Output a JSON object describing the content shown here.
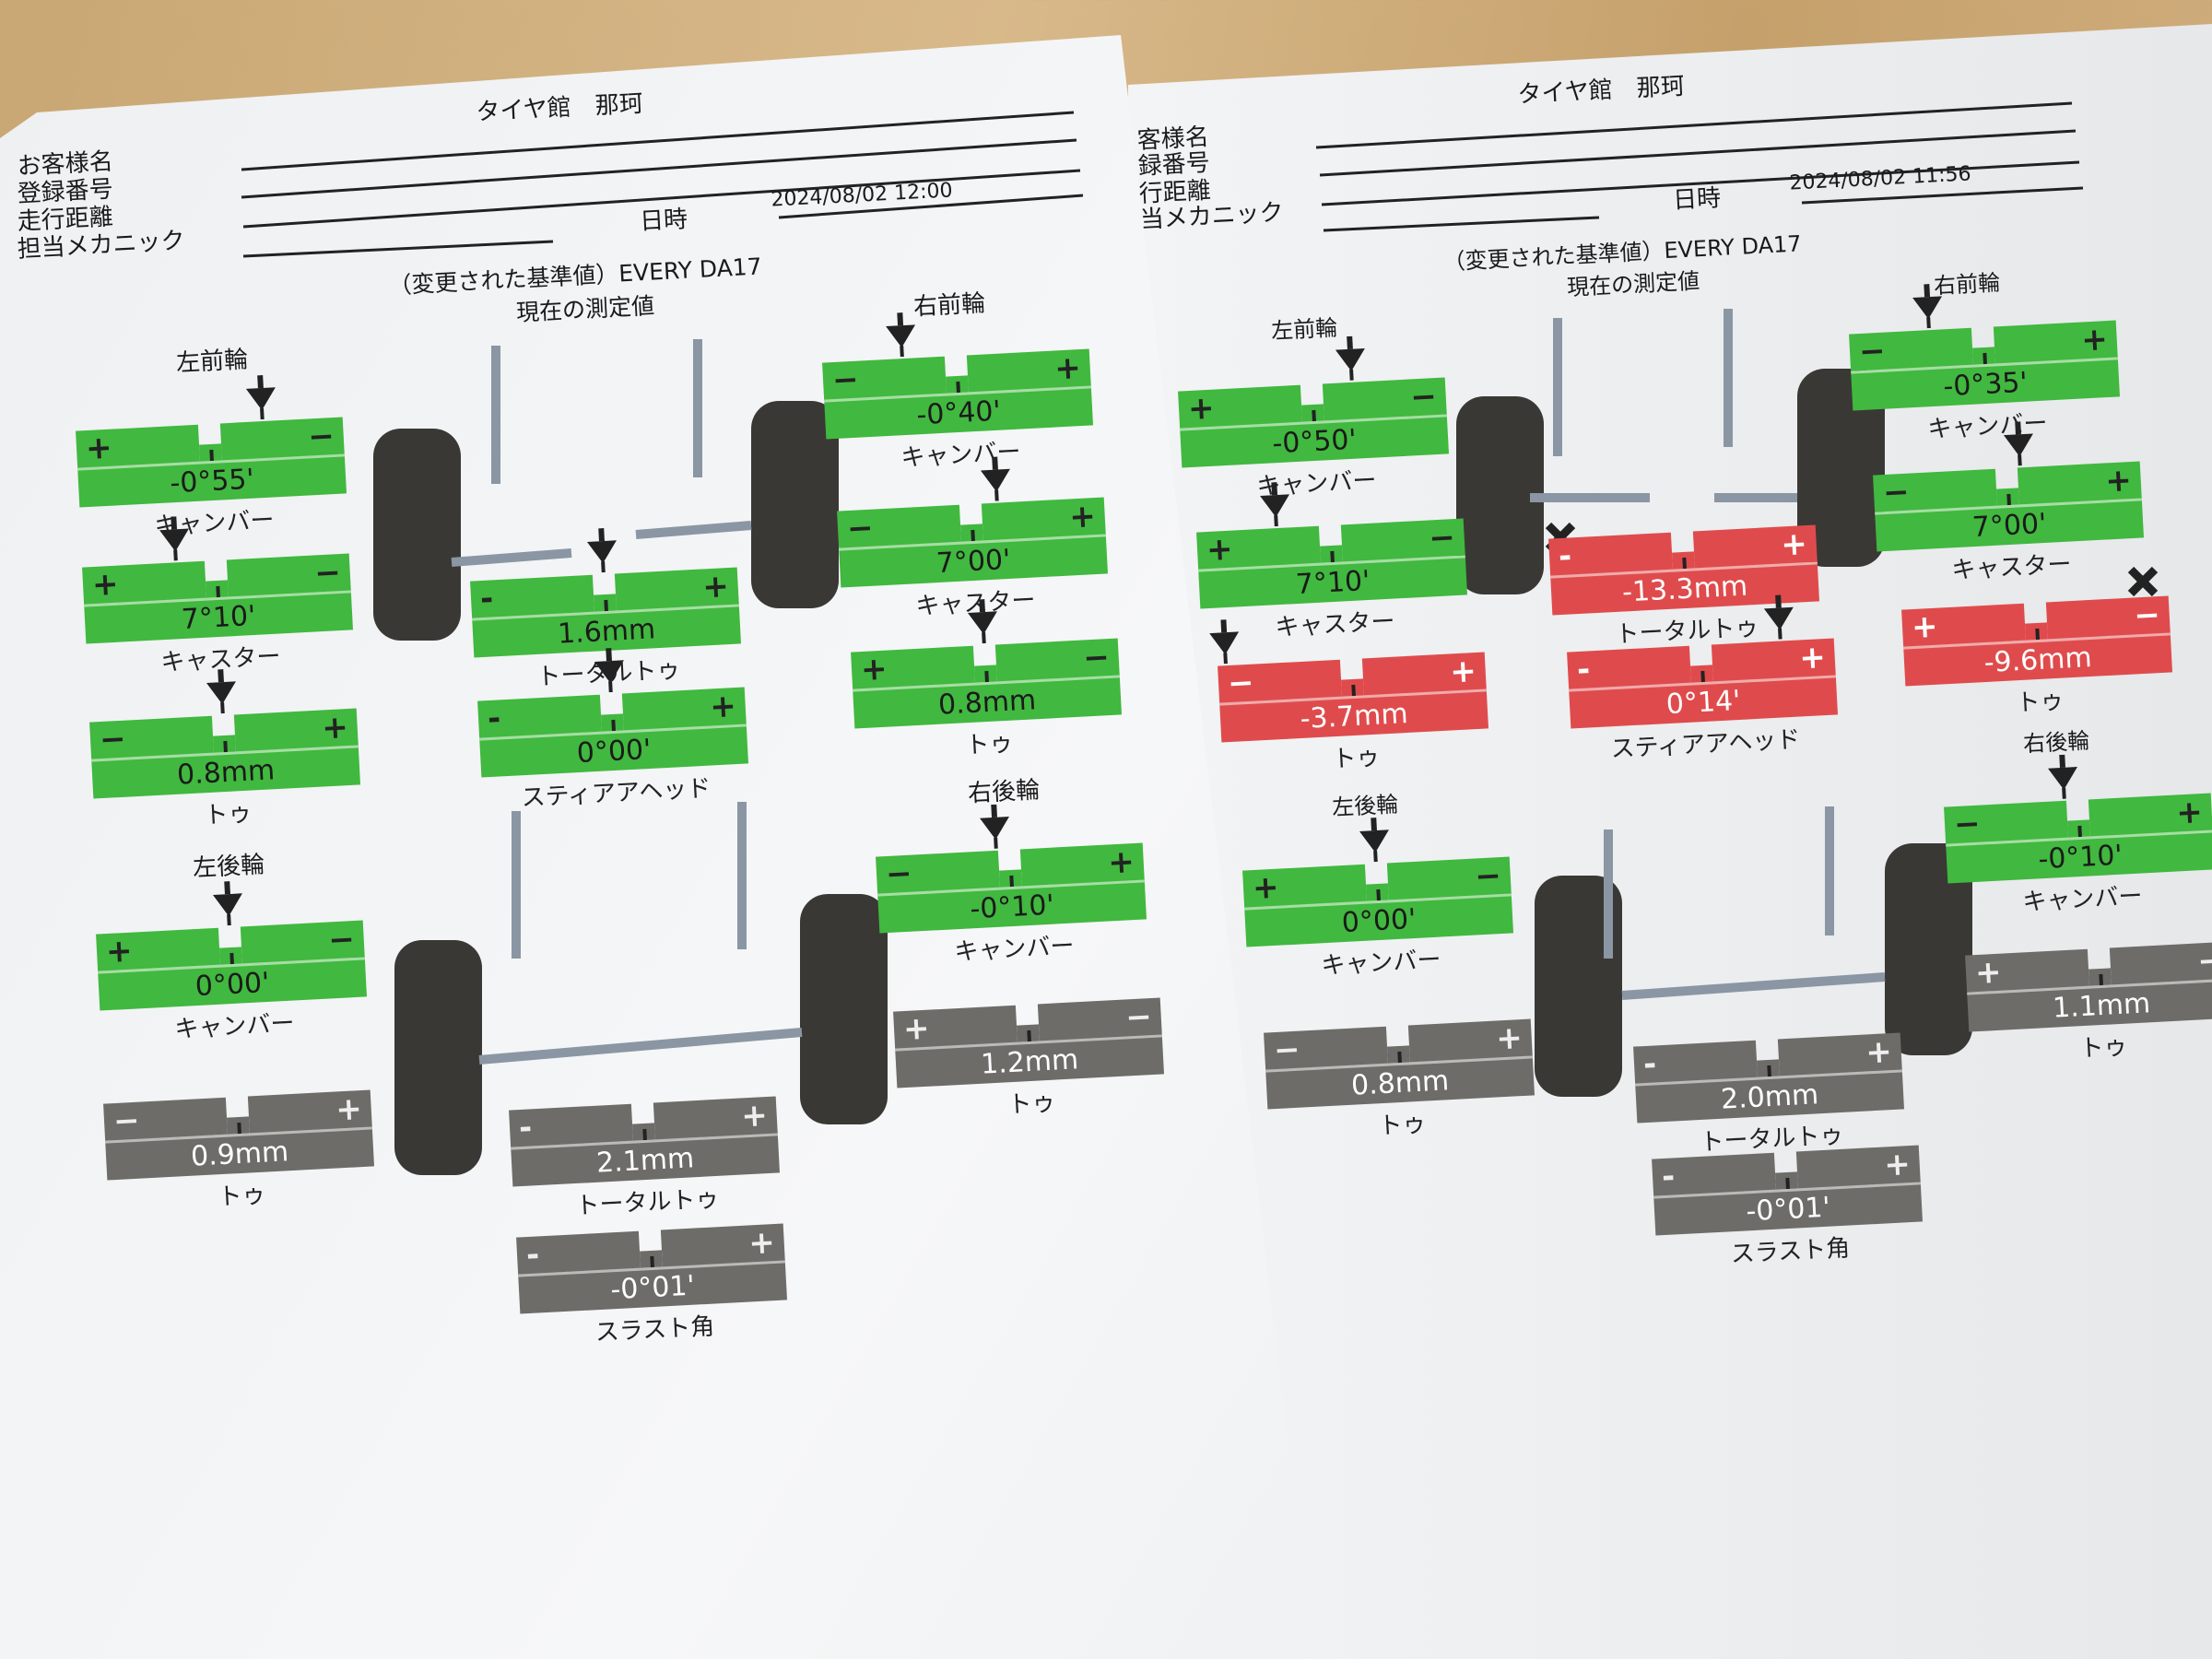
{
  "sheets": [
    {
      "header": {
        "shop": "タイヤ館　那珂",
        "fields": [
          "お客様名",
          "登録番号",
          "走行距離",
          "担当メカニック"
        ],
        "date_label": "日時",
        "date": "2024/08/02 12:00"
      },
      "spec": "（変更された基準値）EVERY DA17",
      "current": "現在の測定値",
      "sections": {
        "lf": "左前輪",
        "rf": "右前輪",
        "lr": "左後輪",
        "rr": "右後輪"
      },
      "gauges": [
        {
          "id": "lf_camber",
          "value": "-0°55'",
          "label": "キャンバー",
          "status": "ok",
          "left_sign": "+",
          "right_sign": "−",
          "pointer": 0.7
        },
        {
          "id": "lf_caster",
          "value": "7°10'",
          "label": "キャスター",
          "status": "ok",
          "left_sign": "+",
          "right_sign": "−",
          "pointer": 0.35
        },
        {
          "id": "lf_toe",
          "value": "0.8mm",
          "label": "トゥ",
          "status": "ok",
          "left_sign": "−",
          "right_sign": "+",
          "pointer": 0.5
        },
        {
          "id": "total_toe",
          "value": "1.6mm",
          "label": "トータルトゥ",
          "status": "ok",
          "left_sign": "-",
          "right_sign": "+",
          "pointer": 0.5
        },
        {
          "id": "steer",
          "value": "0°00'",
          "label": "スティアアヘッド",
          "status": "ok",
          "left_sign": "-",
          "right_sign": "+",
          "pointer": 0.5
        },
        {
          "id": "rf_camber",
          "value": "-0°40'",
          "label": "キャンバー",
          "status": "ok",
          "left_sign": "−",
          "right_sign": "+",
          "pointer": 0.3
        },
        {
          "id": "rf_caster",
          "value": "7°00'",
          "label": "キャスター",
          "status": "ok",
          "left_sign": "−",
          "right_sign": "+",
          "pointer": 0.6
        },
        {
          "id": "rf_toe",
          "value": "0.8mm",
          "label": "トゥ",
          "status": "ok",
          "left_sign": "+",
          "right_sign": "−",
          "pointer": 0.5
        },
        {
          "id": "lr_camber",
          "value": "0°00'",
          "label": "キャンバー",
          "status": "ok",
          "left_sign": "+",
          "right_sign": "−",
          "pointer": 0.5
        },
        {
          "id": "lr_toe",
          "value": "0.9mm",
          "label": "トゥ",
          "status": "gr",
          "left_sign": "−",
          "right_sign": "+",
          "pointer": null
        },
        {
          "id": "rear_total_toe",
          "value": "2.1mm",
          "label": "トータルトゥ",
          "status": "gr",
          "left_sign": "-",
          "right_sign": "+",
          "pointer": null
        },
        {
          "id": "thrust",
          "value": "-0°01'",
          "label": "スラスト角",
          "status": "gr",
          "left_sign": "-",
          "right_sign": "+",
          "pointer": null
        },
        {
          "id": "rr_camber",
          "value": "-0°10'",
          "label": "キャンバー",
          "status": "ok",
          "left_sign": "−",
          "right_sign": "+",
          "pointer": 0.45
        },
        {
          "id": "rr_toe",
          "value": "1.2mm",
          "label": "トゥ",
          "status": "gr",
          "left_sign": "+",
          "right_sign": "−",
          "pointer": null
        }
      ]
    },
    {
      "header": {
        "shop": "タイヤ館　那珂",
        "fields": [
          "客様名",
          "録番号",
          "行距離",
          "当メカニック"
        ],
        "date_label": "日時",
        "date": "2024/08/02 11:56"
      },
      "spec": "（変更された基準値）EVERY DA17",
      "current": "現在の測定値",
      "sections": {
        "lf": "左前輪",
        "rf": "右前輪",
        "lr": "左後輪",
        "rr": "右後輪"
      },
      "gauges": [
        {
          "id": "lf_camber",
          "value": "-0°50'",
          "label": "キャンバー",
          "status": "ok",
          "left_sign": "+",
          "right_sign": "−",
          "pointer": 0.65
        },
        {
          "id": "lf_caster",
          "value": "7°10'",
          "label": "キャスター",
          "status": "ok",
          "left_sign": "+",
          "right_sign": "−",
          "pointer": 0.3
        },
        {
          "id": "lf_toe",
          "value": "-3.7mm",
          "label": "トゥ",
          "status": "ng",
          "left_sign": "−",
          "right_sign": "+",
          "pointer": 0.03
        },
        {
          "id": "total_toe",
          "value": "-13.3mm",
          "label": "トータルトゥ",
          "status": "ng",
          "left_sign": "-",
          "right_sign": "+",
          "pointer": null
        },
        {
          "id": "steer",
          "value": "0°14'",
          "label": "スティアアヘッド",
          "status": "ng",
          "left_sign": "-",
          "right_sign": "+",
          "pointer": 0.8
        },
        {
          "id": "rf_camber",
          "value": "-0°35'",
          "label": "キャンバー",
          "status": "ok",
          "left_sign": "−",
          "right_sign": "+",
          "pointer": 0.3
        },
        {
          "id": "rf_caster",
          "value": "7°00'",
          "label": "キャスター",
          "status": "ok",
          "left_sign": "−",
          "right_sign": "+",
          "pointer": 0.55
        },
        {
          "id": "rf_toe",
          "value": "-9.6mm",
          "label": "トゥ",
          "status": "ng",
          "left_sign": "+",
          "right_sign": "−",
          "pointer": null
        },
        {
          "id": "lr_camber",
          "value": "0°00'",
          "label": "キャンバー",
          "status": "ok",
          "left_sign": "+",
          "right_sign": "−",
          "pointer": 0.5
        },
        {
          "id": "lr_toe",
          "value": "0.8mm",
          "label": "トゥ",
          "status": "gr",
          "left_sign": "−",
          "right_sign": "+",
          "pointer": null
        },
        {
          "id": "rear_total_toe",
          "value": "2.0mm",
          "label": "トータルトゥ",
          "status": "gr",
          "left_sign": "-",
          "right_sign": "+",
          "pointer": null
        },
        {
          "id": "thrust",
          "value": "-0°01'",
          "label": "スラスト角",
          "status": "gr",
          "left_sign": "-",
          "right_sign": "+",
          "pointer": null
        },
        {
          "id": "rr_camber",
          "value": "-0°10'",
          "label": "キャンバー",
          "status": "ok",
          "left_sign": "−",
          "right_sign": "+",
          "pointer": 0.45
        },
        {
          "id": "rr_toe",
          "value": "1.1mm",
          "label": "トゥ",
          "status": "gr",
          "left_sign": "+",
          "right_sign": "−",
          "pointer": null
        }
      ]
    }
  ]
}
